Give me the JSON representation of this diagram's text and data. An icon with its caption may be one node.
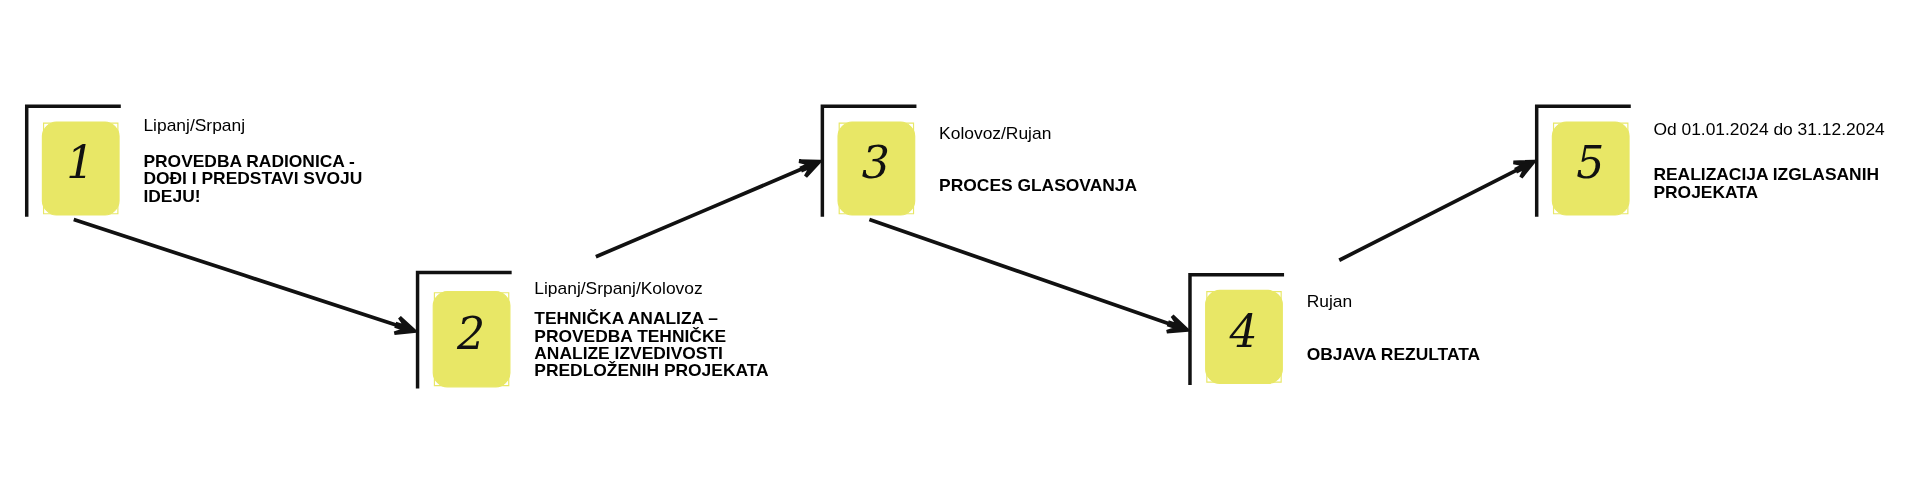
{
  "diagram": {
    "nodes": [
      {
        "text": [
          "1"
        ],
        "beside": [
          "Lipanj/Srpanj",
          "PROVEDBA RADIONICA - DOĐI I PREDSTAVI SVOJU IDEJU!"
        ]
      },
      {
        "text": [
          "2"
        ],
        "beside": [
          "Lipanj/Srpanj/Kolovoz",
          "TEHNIČKA ANALIZA – PROVEDBA TEHNIČKE ANALIZE IZVEDIVOSTI PREDLOŽENIH PROJEKATA"
        ]
      },
      {
        "text": [
          "3"
        ],
        "beside": [
          "Kolovoz/Rujan",
          "PROCES GLASOVANJA"
        ]
      },
      {
        "text": [
          "4"
        ],
        "beside": [
          "Rujan",
          "OBJAVA REZULTATA"
        ]
      },
      {
        "text": [
          "5"
        ],
        "beside": [
          "Od 01.01.2024 do 31.12.2024",
          "REALIZACIJA IZGLASANIH PROJEKATA"
        ]
      }
    ],
    "edges": [
      {
        "from": 0,
        "to": 1,
        "arrow": "to"
      },
      {
        "from": 1,
        "to": 2,
        "arrow": "to"
      },
      {
        "from": 2,
        "to": 3,
        "arrow": "to"
      },
      {
        "from": 3,
        "to": 4,
        "arrow": "to"
      }
    ]
  }
}
